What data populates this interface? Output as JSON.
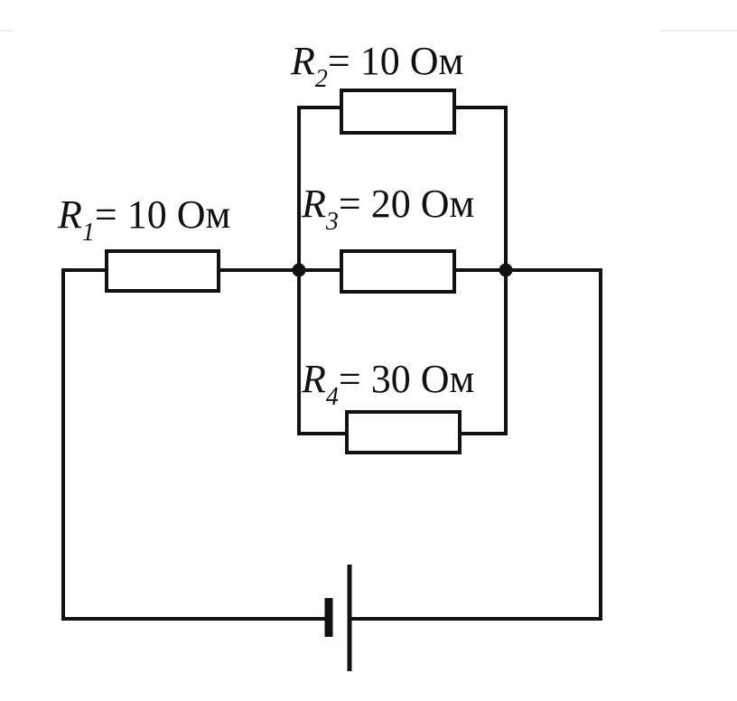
{
  "diagram": {
    "type": "circuit",
    "stroke_color": "#111111",
    "background": "#ffffff",
    "resistors": [
      {
        "id": "R1",
        "symbol": "R",
        "subscript": "1",
        "value_text": "= 10 Ом"
      },
      {
        "id": "R2",
        "symbol": "R",
        "subscript": "2",
        "value_text": "= 10 Ом"
      },
      {
        "id": "R3",
        "symbol": "R",
        "subscript": "3",
        "value_text": "= 20 Ом"
      },
      {
        "id": "R4",
        "symbol": "R",
        "subscript": "4",
        "value_text": "= 30 Ом"
      }
    ],
    "topology": {
      "series": [
        "R1"
      ],
      "parallel_group": [
        "R2",
        "R3",
        "R4"
      ],
      "source": "battery"
    }
  }
}
